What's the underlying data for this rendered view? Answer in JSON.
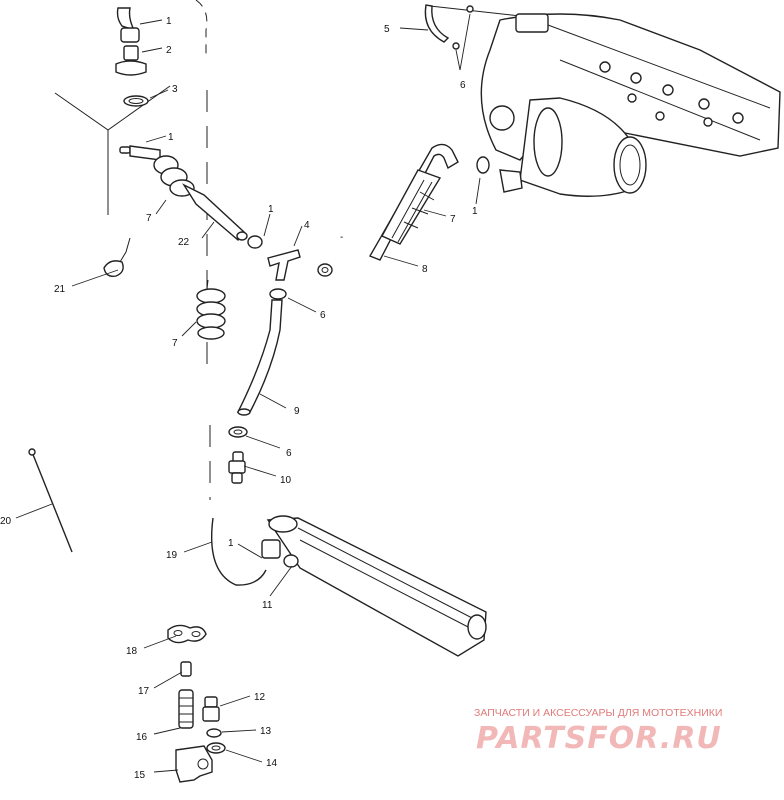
{
  "callouts": [
    {
      "id": "c1a",
      "text": "1"
    },
    {
      "id": "c2",
      "text": "2"
    },
    {
      "id": "c3",
      "text": "3"
    },
    {
      "id": "c1b",
      "text": "1"
    },
    {
      "id": "c7a",
      "text": "7"
    },
    {
      "id": "c22",
      "text": "22"
    },
    {
      "id": "c1c",
      "text": "1"
    },
    {
      "id": "c4",
      "text": "4"
    },
    {
      "id": "cdash",
      "text": "-"
    },
    {
      "id": "c21",
      "text": "21"
    },
    {
      "id": "c6a",
      "text": "6"
    },
    {
      "id": "c7b",
      "text": "7"
    },
    {
      "id": "c9",
      "text": "9"
    },
    {
      "id": "c6b",
      "text": "6"
    },
    {
      "id": "c10",
      "text": "10"
    },
    {
      "id": "c20",
      "text": "20"
    },
    {
      "id": "c19",
      "text": "19"
    },
    {
      "id": "c1d",
      "text": "1"
    },
    {
      "id": "c11",
      "text": "11"
    },
    {
      "id": "c18",
      "text": "18"
    },
    {
      "id": "c17",
      "text": "17"
    },
    {
      "id": "c16",
      "text": "16"
    },
    {
      "id": "c12",
      "text": "12"
    },
    {
      "id": "c13",
      "text": "13"
    },
    {
      "id": "c15",
      "text": "15"
    },
    {
      "id": "c14",
      "text": "14"
    },
    {
      "id": "c5",
      "text": "5"
    },
    {
      "id": "c6c",
      "text": "6"
    },
    {
      "id": "c7c",
      "text": "7"
    },
    {
      "id": "c1e",
      "text": "1"
    },
    {
      "id": "c8",
      "text": "8"
    }
  ],
  "watermark": {
    "tagline": "ЗАПЧАСТИ И АКСЕССУАРЫ ДЛЯ МОТОТЕХНИКИ",
    "brand": "PARTSFOR.RU"
  }
}
